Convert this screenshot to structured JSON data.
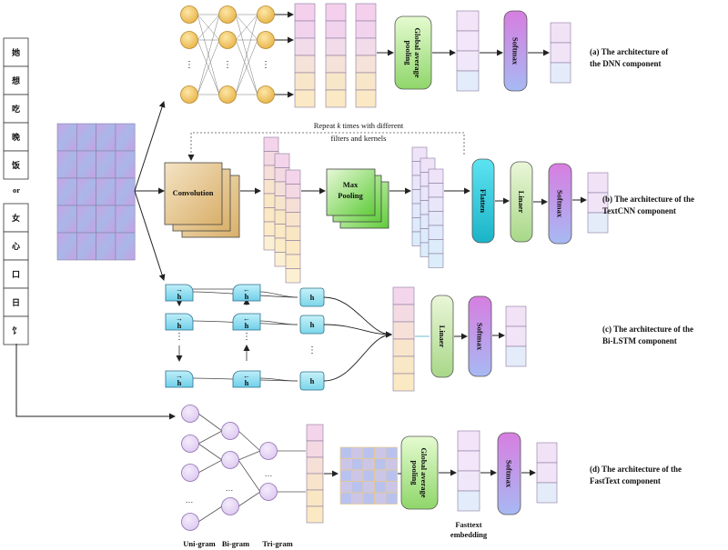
{
  "input_tokens": {
    "top_chars": [
      "她",
      "想",
      "吃",
      "晚",
      "饭"
    ],
    "or_label": "or",
    "bottom_chars": [
      "女",
      "心",
      "口",
      "日",
      "饣"
    ]
  },
  "repeat_note": {
    "line1_prefix": "Repeat ",
    "line1_k": "k",
    "line1_suffix": " times with different",
    "line2": "filters and kernels"
  },
  "blocks": {
    "global_avg_pooling_line1": "Global average",
    "global_avg_pooling_line2": "pooling",
    "softmax": "Softmax",
    "convolution": "Convolution",
    "max_pooling_line1": "Max",
    "max_pooling_line2": "Pooling",
    "flatten": "Flatten",
    "linear": "Linaer",
    "h": "h",
    "forward_arrow": "→",
    "backward_arrow": "←",
    "ellipsis": "…",
    "vertical_ellipsis": "⋮"
  },
  "gram_labels": [
    "Uni-gram",
    "Bi-gram",
    "Tri-gram"
  ],
  "fasttext_label_line1": "Fasttext",
  "fasttext_label_line2": "embedding",
  "captions": {
    "a_line1": "(a) The architecture of",
    "a_line2": "the DNN component",
    "b_line1": "(b) The architecture of the",
    "b_line2": "TextCNN component",
    "c_line1": "(c) The architecture of the",
    "c_line2": "Bi-LSTM component",
    "d_line1": "(d) The architecture of the",
    "d_line2": "FastText component"
  }
}
